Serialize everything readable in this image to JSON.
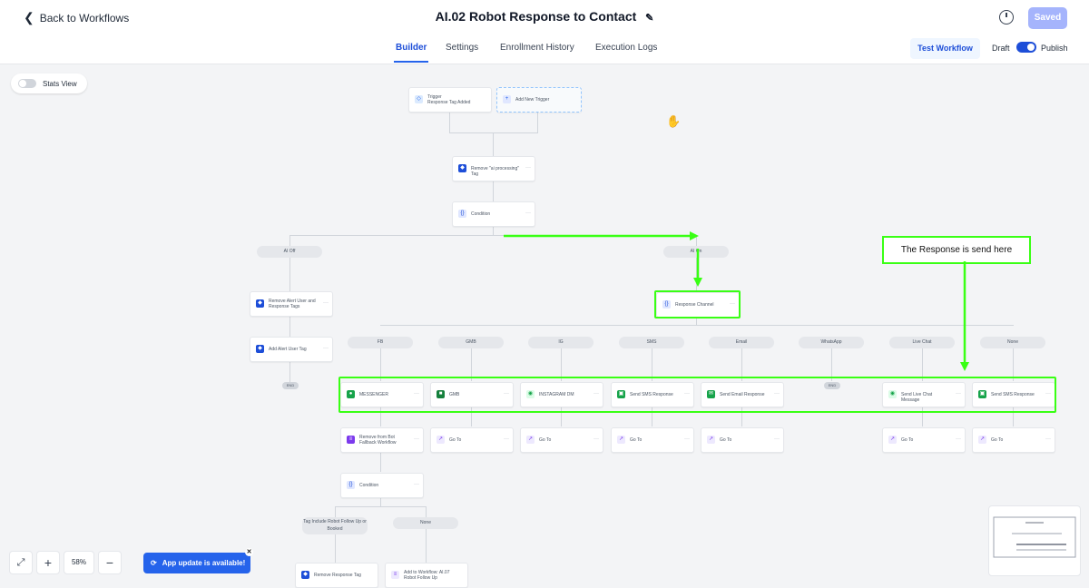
{
  "header": {
    "back_label": "Back to Workflows",
    "title": "AI.02 Robot Response to Contact",
    "saved_label": "Saved"
  },
  "tabs": [
    {
      "label": "Builder"
    },
    {
      "label": "Settings"
    },
    {
      "label": "Enrollment History"
    },
    {
      "label": "Execution Logs"
    }
  ],
  "actions": {
    "test_workflow": "Test Workflow",
    "draft": "Draft",
    "publish": "Publish"
  },
  "stats_view": {
    "label": "Stats View"
  },
  "canvas": {
    "trigger": {
      "title": "Trigger",
      "subtitle": "Response Tag Added"
    },
    "add_trigger": "Add New Trigger",
    "remove_tag": "Remove \"ai processing\" Tag",
    "condition1": "Condition",
    "branch_ai_off": "AI Off",
    "branch_ai_on": "AI On",
    "remove_alert": "Remove Alert User and Response Tags",
    "add_alert": "Add Alert User Tag",
    "response_channel": "Response Channel",
    "end": "END",
    "channels": [
      "FB",
      "GMB",
      "IG",
      "SMS",
      "Email",
      "WhatsApp",
      "Live Chat",
      "None"
    ],
    "actions": [
      "MESSENGER",
      "GMB",
      "INSTAGRAM DM",
      "Send SMS Response",
      "Send Email Response",
      "Send Live Chat Message",
      "Send SMS Response"
    ],
    "remove_fallback": "Remove from Bot Fallback Workflow",
    "goto": "Go To",
    "condition2": "Condition",
    "branch_tag": "Tag Include Robot Follow Up or Booked",
    "branch_none": "None",
    "remove_response_tag": "Remove Response Tag",
    "add_to_workflow": "Add to Workflow: AI.07 Robot Follow Up"
  },
  "annotation": {
    "callout": "The Response is send here"
  },
  "zoom": {
    "value": "58%"
  },
  "update_banner": "App update is available!",
  "colors": {
    "accent": "#2563eb",
    "highlight": "#39ff14"
  }
}
